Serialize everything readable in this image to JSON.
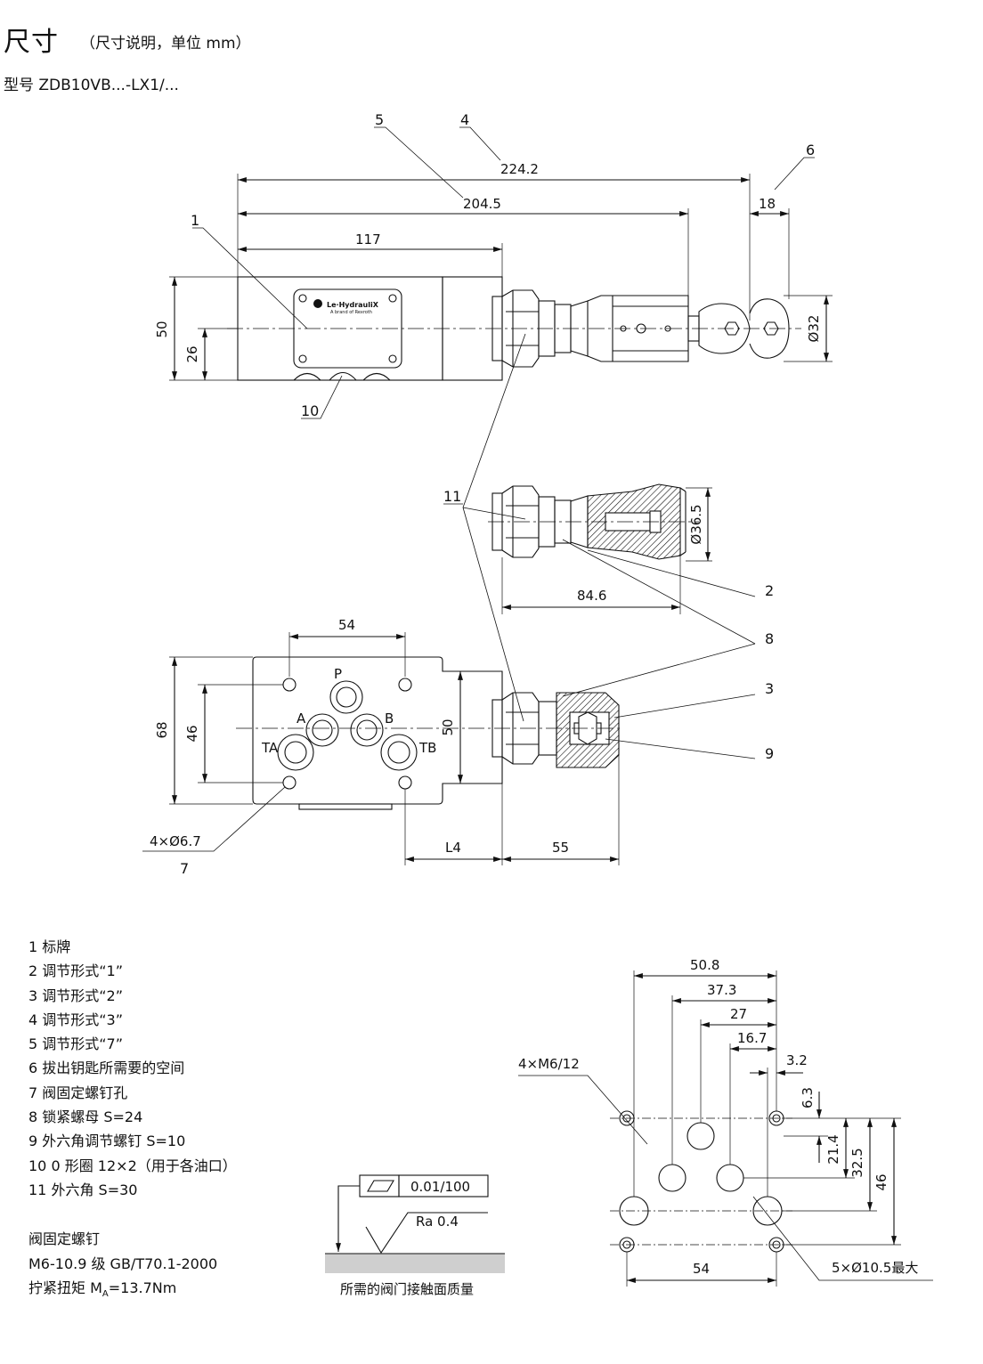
{
  "header": {
    "title": "尺寸",
    "subtitle": "（尺寸说明，单位 mm）",
    "model": "型号 ZDB10VB...-LX1/..."
  },
  "brand": {
    "logo_text": "Le·HydrauliX",
    "tagline": "A brand of Rexroth"
  },
  "dimensions": {
    "d224_2": "224.2",
    "d204_5": "204.5",
    "d117": "117",
    "d18": "18",
    "d50_side": "50",
    "d26": "26",
    "d32": "Ø32",
    "d36_5": "Ø36.5",
    "d84_6": "84.6",
    "d54_top": "54",
    "d68": "68",
    "d46": "46",
    "d50_front": "50",
    "dL4": "L4",
    "d55": "55",
    "hole_4x": "4×Ø6.7",
    "c50_8": "50.8",
    "c37_3": "37.3",
    "c27": "27",
    "c16_7": "16.7",
    "c3_2": "3.2",
    "c6_3": "6.3",
    "c21_4": "21.4",
    "c32_5": "32.5",
    "c46": "46",
    "c54": "54",
    "c_m6": "4×M6/12",
    "c_holes": "5×Ø10.5最大"
  },
  "ports": {
    "P": "P",
    "A": "A",
    "B": "B",
    "TA": "TA",
    "TB": "TB"
  },
  "callouts": [
    "1",
    "2",
    "3",
    "4",
    "5",
    "6",
    "7",
    "8",
    "9",
    "10",
    "11"
  ],
  "legend": [
    "1  标牌",
    "2  调节形式“1”",
    "3  调节形式“2”",
    "4  调节形式“3”",
    "5  调节形式“7”",
    "6  拔出钥匙所需要的空间",
    "7  阀固定螺钉孔",
    "8  锁紧螺母 S=24",
    "9  外六角调节螺钉 S=10",
    "10  0 形圈 12×2（用于各油口）",
    "11  外六角 S=30"
  ],
  "screw_info": {
    "title": "阀固定螺钉",
    "spec": "M6-10.9 级 GB/T70.1-2000",
    "torque_prefix": "拧紧扭矩 M",
    "torque_sub": "A",
    "torque_value": "=13.7Nm"
  },
  "surface": {
    "flatness": "0.01/100",
    "roughness": "Ra 0.4",
    "caption": "所需的阀门接触面质量"
  }
}
